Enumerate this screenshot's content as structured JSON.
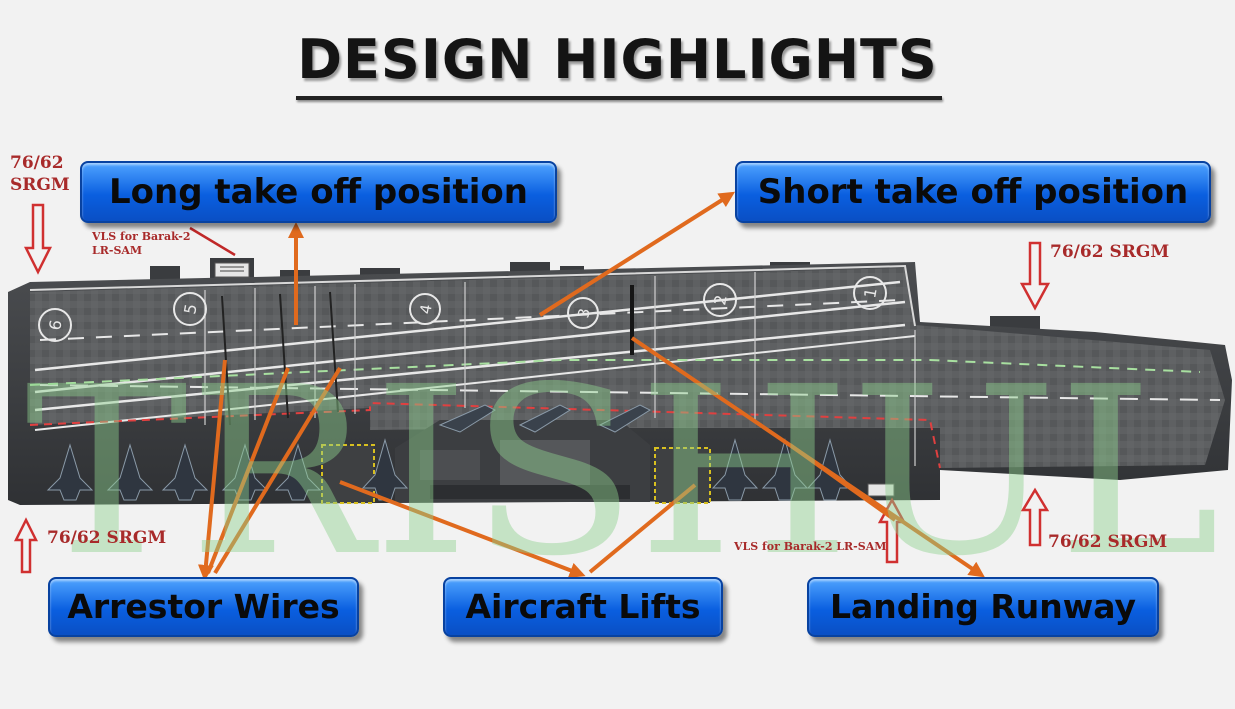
{
  "title": "DESIGN HIGHLIGHTS",
  "callouts": {
    "long_takeoff": "Long take off position",
    "short_takeoff": "Short take off position",
    "arrestor_wires": "Arrestor Wires",
    "aircraft_lifts": "Aircraft Lifts",
    "landing_runway": "Landing Runway"
  },
  "weapon_labels": {
    "srgm_top_left": "76/62\nSRGM",
    "srgm_top_right": "76/62 SRGM",
    "srgm_bottom_left": "76/62 SRGM",
    "srgm_bottom_right": "76/62 SRGM",
    "vls_top": "VLS for Barak-2\nLR-SAM",
    "vls_bottom": "VLS for Barak-2 LR-SAM"
  },
  "watermark": "TRISHUL",
  "deck_spot_numbers": [
    "6",
    "5",
    "4",
    "3",
    "2",
    "1"
  ],
  "colors": {
    "callout_blue": "#0a5fe0",
    "arrow_orange": "#e06a1e",
    "label_red": "#a82a2a",
    "deck_grey": "#5e6062",
    "watermark_green": "#8fd08f"
  }
}
